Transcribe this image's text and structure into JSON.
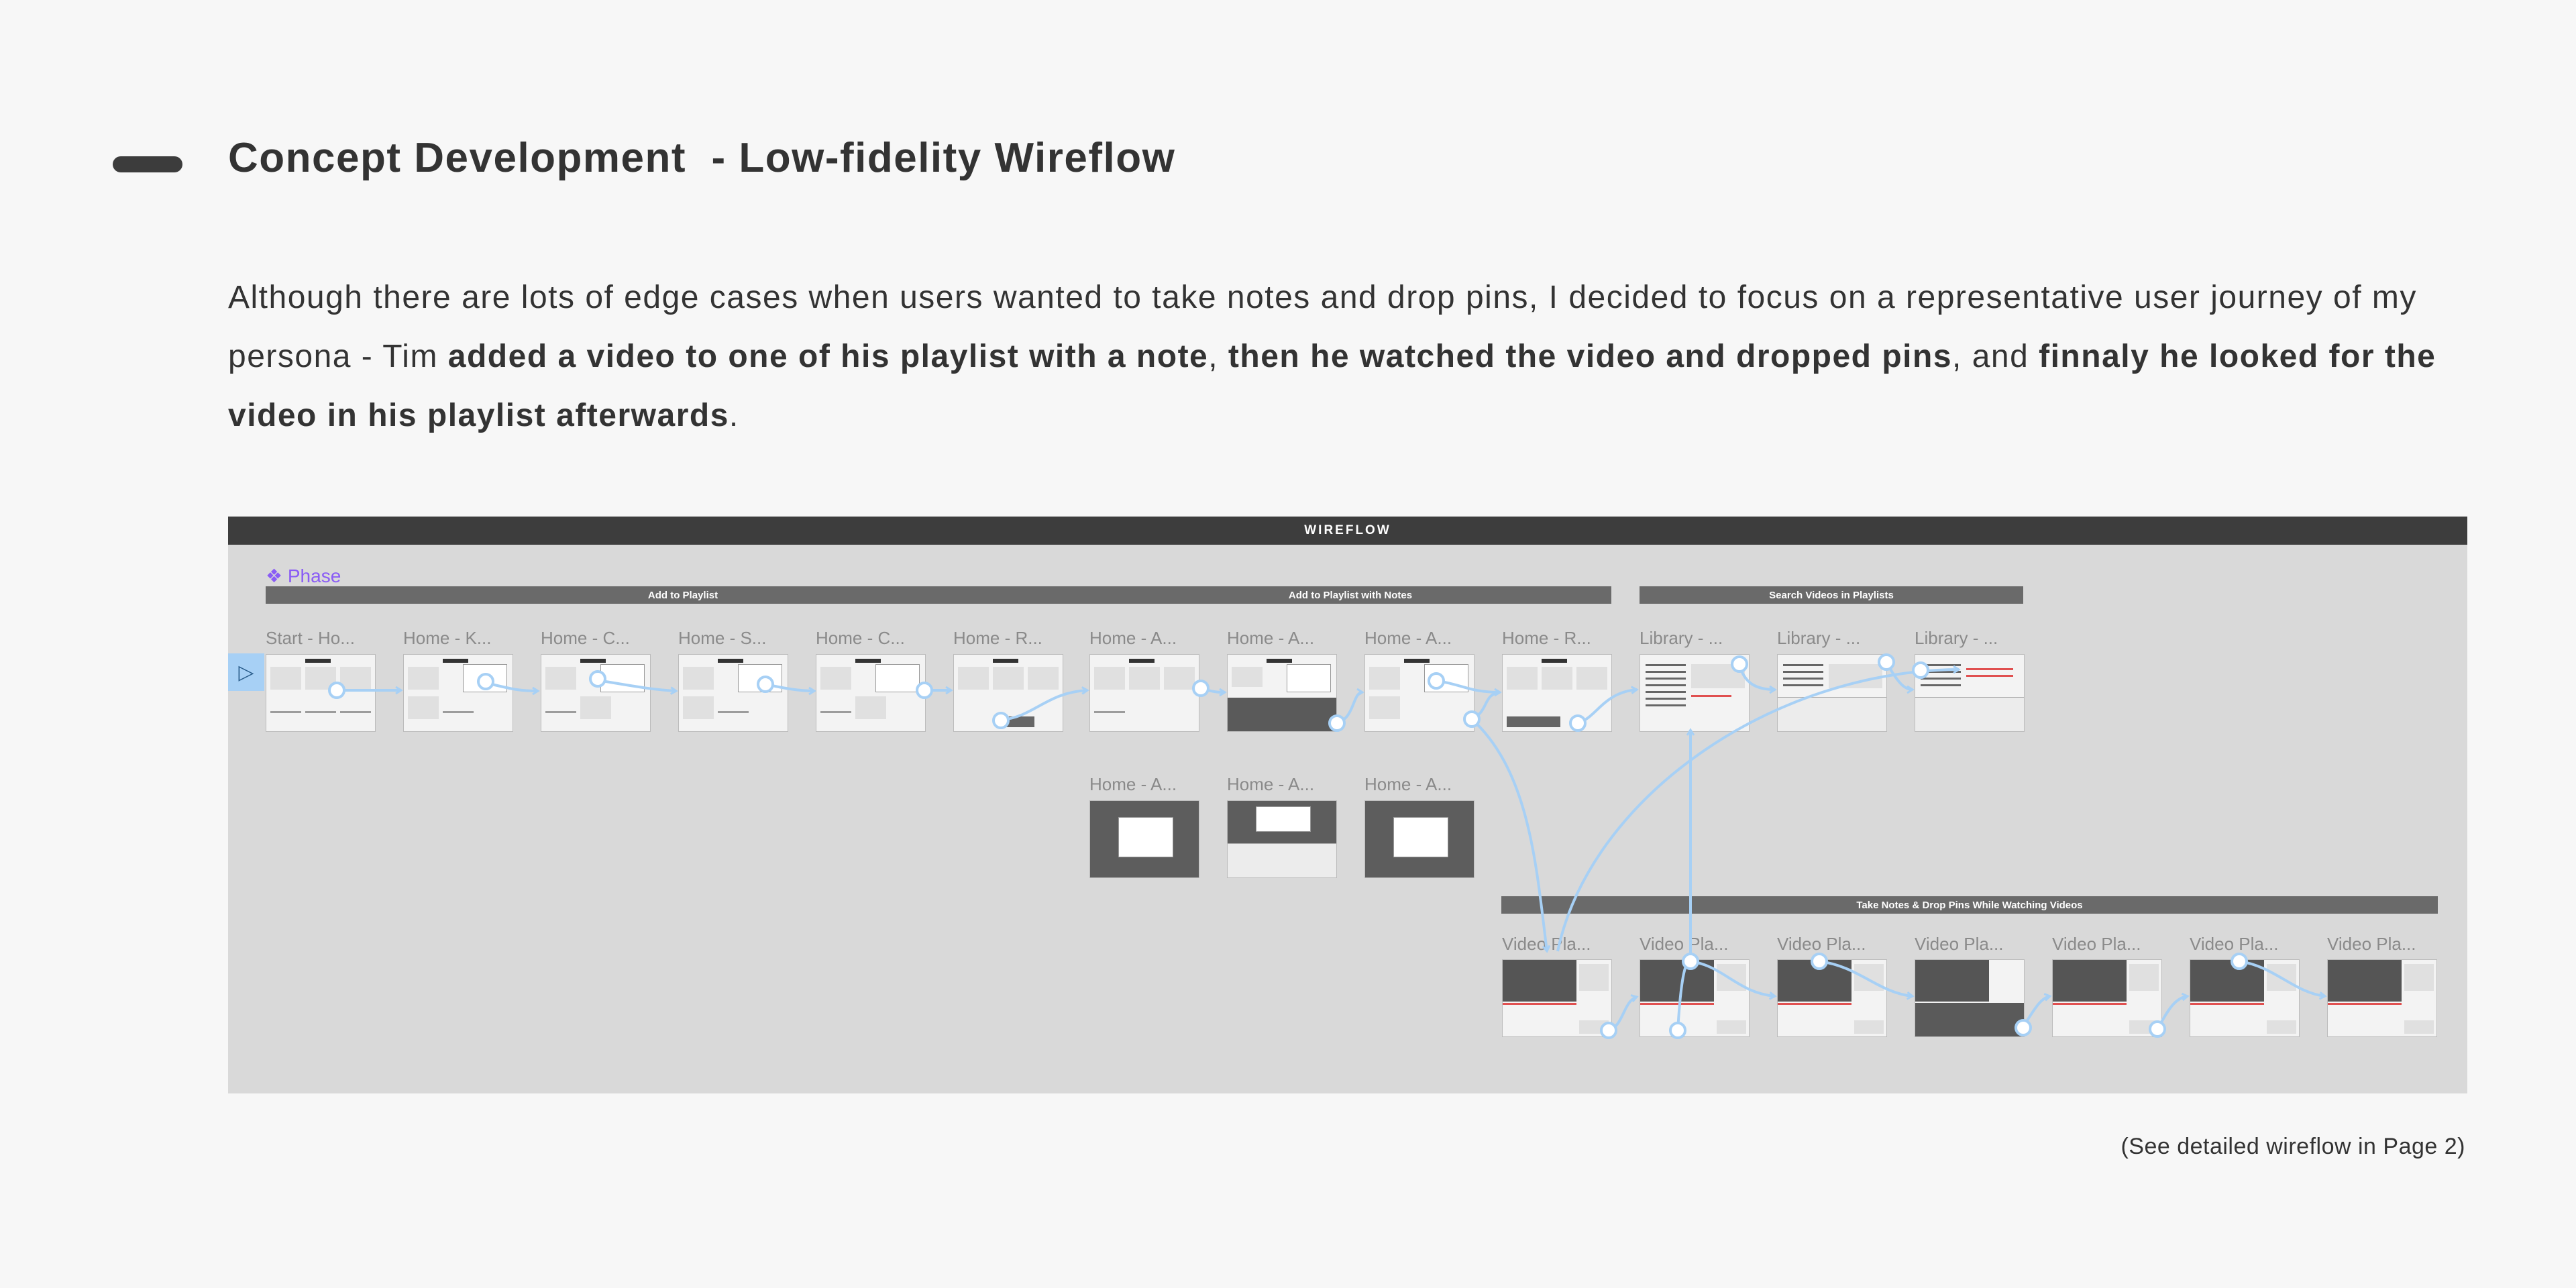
{
  "page": {
    "title": "Concept Development  - Low-fidelity Wireflow",
    "description": {
      "p1": "Although there are lots of edge cases when users wanted to take notes and drop pins, I decided to focus on a representative user journey of my persona - Tim ",
      "b1": "added a video to one of his playlist with a note",
      "p2": ", ",
      "b2": "then he watched the video and dropped pins",
      "p3": ", and ",
      "b3": "finnaly he looked for the video in his playlist afterwards",
      "p4": "."
    },
    "footnote": "(See detailed wireflow in Page 2)"
  },
  "board": {
    "header": "WIREFLOW",
    "phase_label": "❖ Phase",
    "start_icon": "play-triangle-icon",
    "sections": [
      "Add to Playlist",
      "Add to Playlist with Notes",
      "Search Videos in Playlists",
      "Take Notes & Drop Pins While Watching Videos"
    ],
    "frames_row1": [
      "Start - Ho...",
      "Home - K...",
      "Home - C...",
      "Home - S...",
      "Home - C...",
      "Home - R...",
      "Home - A...",
      "Home - A...",
      "Home - A...",
      "Home - R...",
      "Library - ...",
      "Library - ...",
      "Library - ..."
    ],
    "frames_row2": [
      "Home - A...",
      "Home - A...",
      "Home - A..."
    ],
    "frames_row3": [
      "Video Pla...",
      "Video Pla...",
      "Video Pla...",
      "Video Pla...",
      "Video Pla...",
      "Video Pla...",
      "Video Pla..."
    ],
    "colors": {
      "connector": "#a7d0f5",
      "phase": "#8a5cf5",
      "header_bg": "#3d3d3d",
      "section_bg": "#6a6a6a",
      "board_bg": "#d9d9d9"
    }
  }
}
